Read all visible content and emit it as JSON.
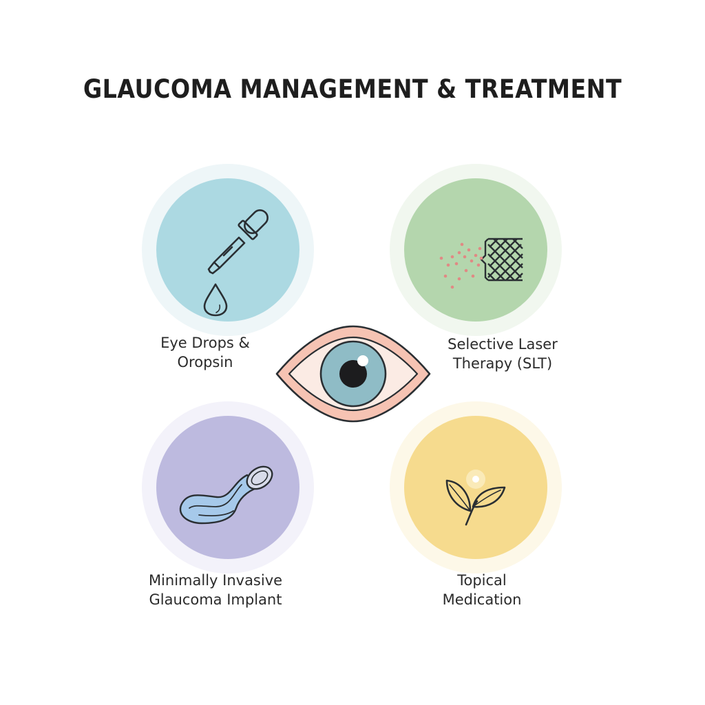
{
  "title": "GLAUCOMA MANAGEMENT & TREATMENT",
  "treatments": [
    {
      "line1": "Eye Drops &",
      "line2": "Oropsin",
      "icon": "eye-dropper-icon",
      "color": "#acd9e2"
    },
    {
      "line1": "Selective Laser",
      "line2": "Therapy (SLT)",
      "icon": "laser-mesh-icon",
      "color": "#b4d6ad"
    },
    {
      "line1": "Minimally Invasive",
      "line2": "Glaucoma Implant",
      "icon": "implant-stent-icon",
      "color": "#bdbadf"
    },
    {
      "line1": "Topical",
      "line2": "Medication",
      "icon": "leaf-icon",
      "color": "#f6db8e"
    }
  ],
  "center_icon": "eye-icon"
}
